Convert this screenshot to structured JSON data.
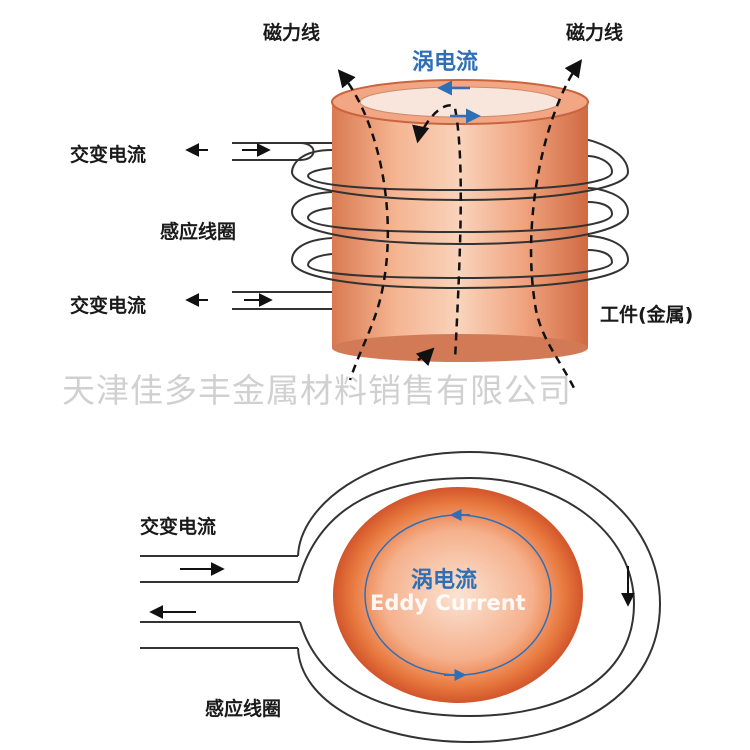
{
  "top_diagram": {
    "flux_label_left": "磁力线",
    "flux_label_right": "磁力线",
    "eddy_label": "涡电流",
    "ac_label_upper": "交变电流",
    "coil_label": "感应线圈",
    "ac_label_lower": "交变电流",
    "workpiece_label": "工件(金属)"
  },
  "watermark": "天津佳多丰金属材料销售有限公司",
  "bottom_diagram": {
    "ac_label": "交变电流",
    "eddy_label": "涡电流",
    "eddy_label_en": "Eddy Current",
    "coil_label": "感应线圈"
  },
  "colors": {
    "copper_light": "#f6c7a8",
    "copper_dark": "#d9633c",
    "eddy_blue": "#2f6fb6",
    "coil_stroke": "#333333"
  }
}
